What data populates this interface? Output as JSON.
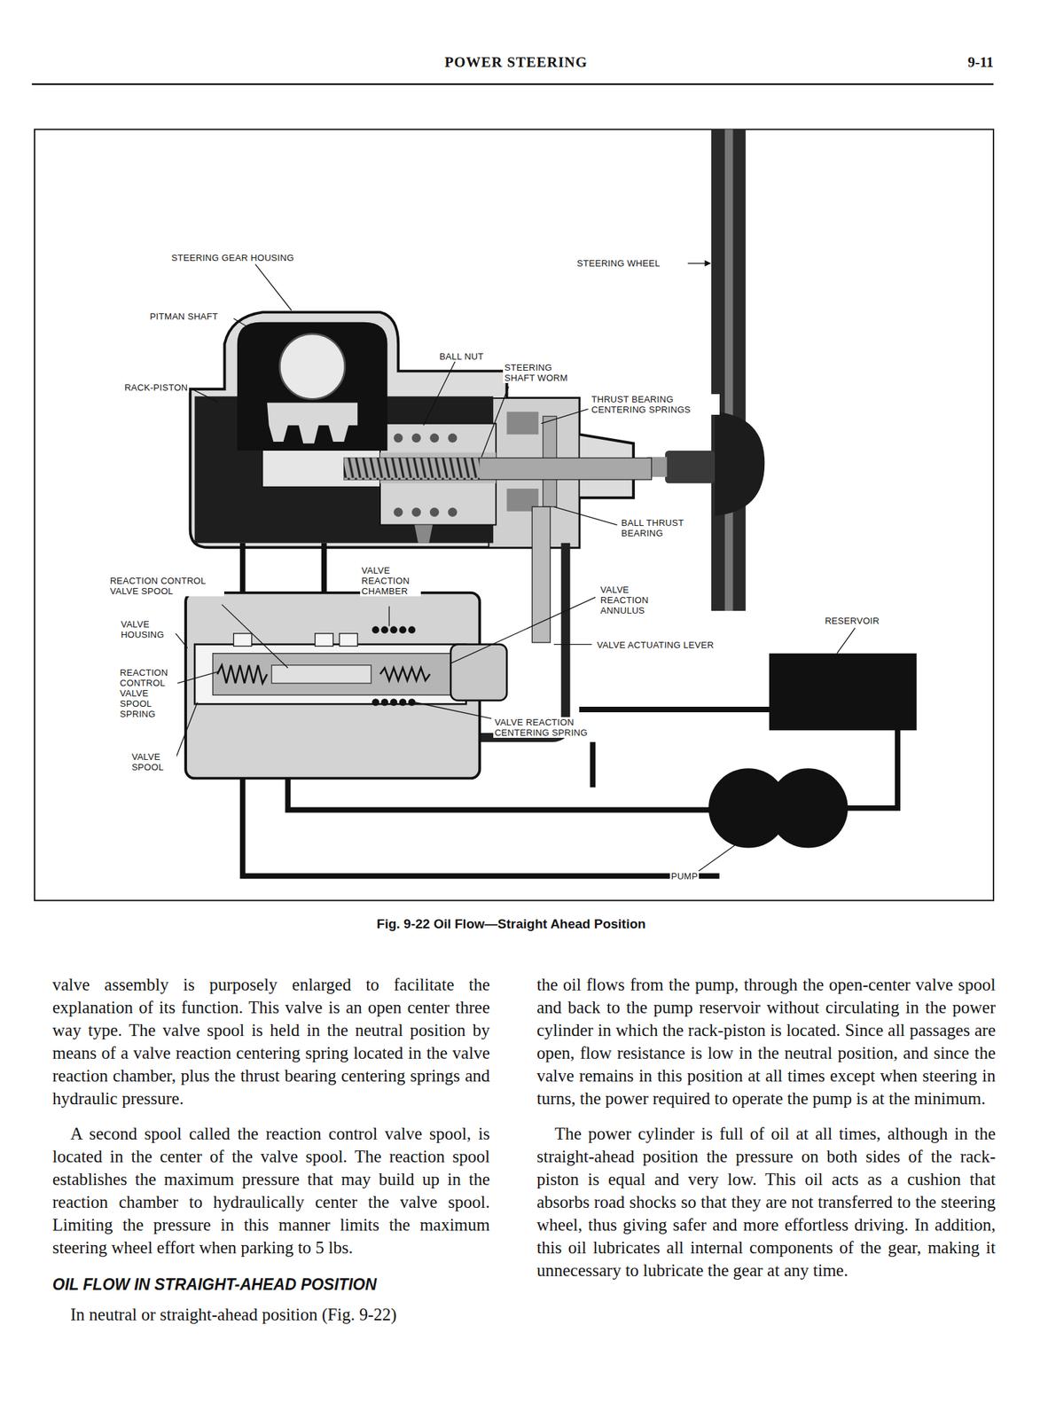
{
  "diagram": {
    "title": "POWER STEERING",
    "caption": "Fig. 9-22 Oil Flow—Straight Ahead Position",
    "labels": [
      "9-11",
      "STEERING GEAR HOUSING",
      "STEERING WHEEL",
      "PITMAN SHAFT",
      "BALL NUT",
      "STEERING SHAFT WORM",
      "RACK-PISTON",
      "THRUST BEARING CENTERING SPRINGS",
      "BALL THRUST BEARING",
      "REACTION CONTROL VALVE SPOOL",
      "VALVE REACTION CHAMBER",
      "VALVE REACTION ANNULUS",
      "VALVE HOUSING",
      "VALVE ACTUATING LEVER",
      "RESERVOIR",
      "REACTION CONTROL VALVE SPOOL SPRING",
      "VALVE REACTION CENTERING SPRING",
      "VALVE SPOOL",
      "PUMP",
      "valve assembly is purposely enlarged to facilitate the explanation of its function. This valve is an open center three way type. The valve spool is held in the neutral position by means of a valve reaction centering spring located in the valve reaction chamber, plus the thrust bearing centering springs and hydraulic pressure.",
      "A second spool called the reaction control valve spool, is located in the center of the valve spool. The reaction spool establishes the maximum pressure that may build up in the reaction chamber to hydraulically center the valve spool. Limiting the pressure in this manner limits the maximum steering wheel effort when parking to 5 lbs.",
      "OIL FLOW IN STRAIGHT-AHEAD POSITION",
      "In neutral or straight-ahead position (Fig. 9-22)",
      "the oil flows from the pump, through the open-center valve spool and back to the pump reservoir without circulating in the power cylinder in which the rack-piston is located. Since all passages are open, flow resistance is low in the neutral position, and since the valve remains in this position at all times except when steering in turns, the power required to operate the pump is at the minimum.",
      "The power cylinder is full of oil at all times, although in the straight-ahead position the pressure on both sides of the rack-piston is equal and very low. This oil acts as a cushion that absorbs road shocks so that they are not transferred to the steering wheel, thus giving safer and more effortless driving. In addition, this oil lubricates all internal components of the gear, making it unnecessary to lubricate the gear at any time."
    ]
  }
}
